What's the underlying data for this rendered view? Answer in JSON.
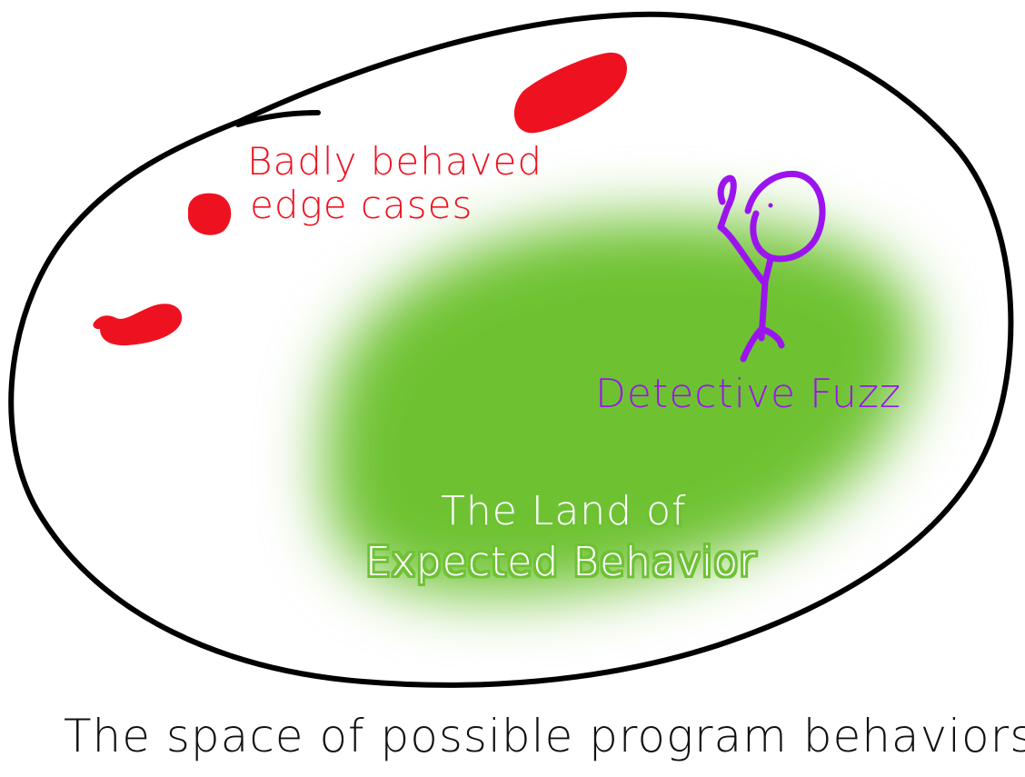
{
  "diagram": {
    "caption": "The space of possible program behaviors",
    "edge_cases_label": {
      "line1": "Badly behaved",
      "line2": "edge cases"
    },
    "character_label": "Detective Fuzz",
    "expected_region_label": {
      "line1": "The Land of",
      "line2": "Expected Behavior"
    }
  },
  "colors": {
    "outline": "#000000",
    "edge_case": "#EE1220",
    "character": "#9B14EE",
    "expected_region": "#6EC232",
    "expected_text": "#ffffff",
    "caption": "#111111"
  }
}
